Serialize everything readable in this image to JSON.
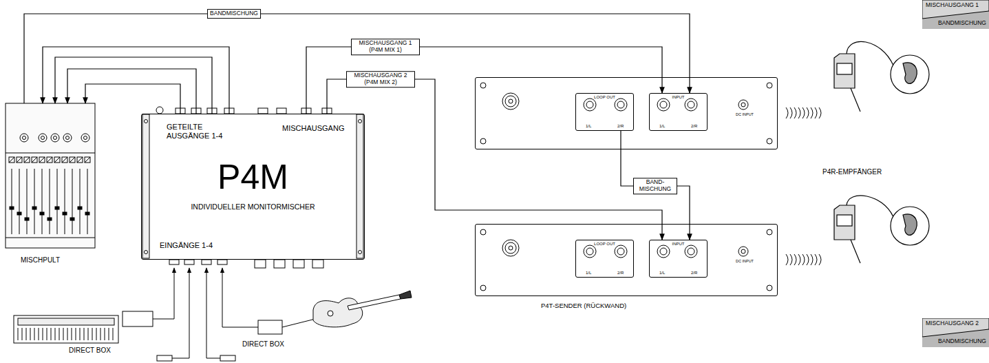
{
  "diagram": {
    "nodes": [
      {
        "text": [
          "MISCHPULT"
        ]
      },
      {
        "text": [
          "GETEILTE AUSGÄNGE 1-4",
          "MISCHAUSGANG",
          "P4M",
          "INDIVIDUELLER MONITORMISCHER",
          "EINGÄNGE 1-4"
        ]
      },
      {
        "text": [
          "DC INPUT"
        ]
      },
      {
        "text": [
          "LOOP OUT",
          "1/L",
          "2/R"
        ],
        "in": 2
      },
      {
        "text": [
          "INPUT",
          "1/L",
          "2/R"
        ],
        "in": 2
      },
      {
        "text": [
          "DC INPUT",
          "P4T-SENDER (RÜCKWAND)"
        ]
      },
      {
        "text": [
          "LOOP OUT",
          "1/L",
          "2/R"
        ],
        "in": 5
      },
      {
        "text": [
          "INPUT",
          "1/L",
          "2/R"
        ],
        "in": 5
      },
      {
        "text": [
          "MISCHAUSGANG 1",
          "BANDMISCHUNG"
        ]
      },
      {
        "text": [
          "MISCHAUSGANG 2",
          "BANDMISCHUNG"
        ]
      }
    ],
    "edges": [
      {
        "from": 0,
        "to": 4,
        "arrow": "to",
        "label": "BANDMISCHUNG"
      },
      {
        "from": 1,
        "to": 0,
        "arrow": "to"
      },
      {
        "from": 1,
        "to": 0,
        "arrow": "to"
      },
      {
        "from": 1,
        "to": 0,
        "arrow": "to"
      },
      {
        "from": 1,
        "to": 0,
        "arrow": "to"
      },
      {
        "from": 1,
        "to": 4,
        "arrow": "to",
        "label": "MISCHAUSGANG 1 (P4M MIX 1)"
      },
      {
        "from": 1,
        "to": 7,
        "arrow": "to",
        "label": "MISCHAUSGANG 2 (P4M MIX 2)"
      },
      {
        "from": 3,
        "to": 7,
        "arrow": "to",
        "label": "BAND- MISCHUNG"
      }
    ],
    "labels": [
      "DIRECT BOX",
      "DIRECT BOX",
      "P4R-EMPFÄNGER"
    ]
  }
}
